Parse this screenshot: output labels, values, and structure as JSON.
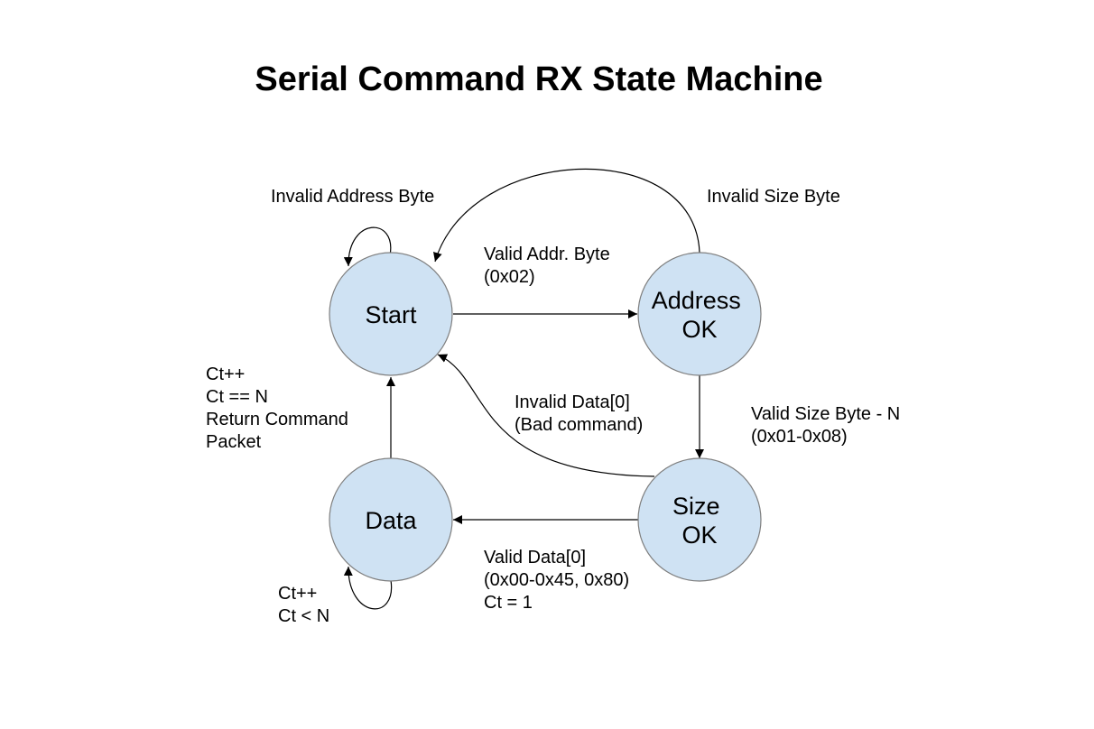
{
  "title": "Serial Command RX State Machine",
  "colors": {
    "state_fill": "#cfe2f3",
    "state_stroke": "#7f7f7f",
    "edge": "#000000"
  },
  "states": {
    "start": [
      "Start"
    ],
    "address_ok": [
      "Address",
      "OK"
    ],
    "size_ok": [
      "Size",
      "OK"
    ],
    "data": [
      "Data"
    ]
  },
  "transitions": {
    "invalid_address": [
      "Invalid Address Byte"
    ],
    "invalid_size": [
      "Invalid Size Byte"
    ],
    "valid_addr": [
      "Valid Addr. Byte",
      "(0x02)"
    ],
    "invalid_data": [
      "Invalid Data[0]",
      "(Bad command)"
    ],
    "valid_size": [
      "Valid Size Byte - N",
      "(0x01-0x08)"
    ],
    "return_packet": [
      "Ct++",
      "Ct == N",
      "Return Command",
      "Packet"
    ],
    "valid_data": [
      "Valid Data[0]",
      "(0x00-0x45, 0x80)",
      "Ct = 1"
    ],
    "data_loop": [
      "Ct++",
      "Ct < N"
    ]
  }
}
